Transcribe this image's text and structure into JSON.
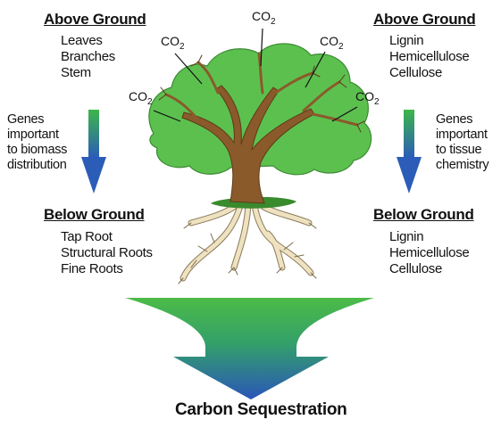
{
  "left": {
    "above_heading": "Above Ground",
    "above_items": [
      "Leaves",
      "Branches",
      "Stem"
    ],
    "genes_lines": [
      "Genes",
      "important",
      "to biomass",
      "distribution"
    ],
    "below_heading": "Below Ground",
    "below_items": [
      "Tap Root",
      "Structural Roots",
      "Fine Roots"
    ]
  },
  "right": {
    "above_heading": "Above Ground",
    "above_items": [
      "Lignin",
      "Hemicellulose",
      "Cellulose"
    ],
    "genes_lines": [
      "Genes",
      "important",
      "to tissue",
      "chemistry"
    ],
    "below_heading": "Below Ground",
    "below_items": [
      "Lignin",
      "Hemicellulose",
      "Cellulose"
    ]
  },
  "co2": {
    "base": "CO",
    "subscript": "2"
  },
  "caption": "Carbon Sequestration",
  "colors": {
    "arrow_top": "#3bb34a",
    "arrow_bottom": "#2e5fb5",
    "foliage": "#5cc04f",
    "trunk": "#8a5a2b",
    "roots": "#efe2c0"
  }
}
